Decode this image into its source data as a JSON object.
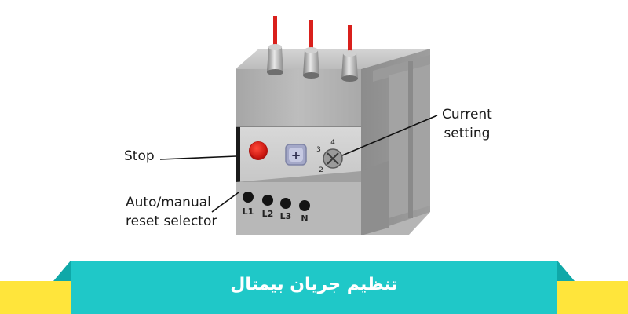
{
  "labels": {
    "stop": "Stop",
    "auto_manual_line1": "Auto/manual",
    "auto_manual_line2": "reset selector",
    "current_line1": "Current",
    "current_line2": "setting"
  },
  "device": {
    "dial_marks": [
      "2",
      "3",
      "4"
    ],
    "terminal_labels": [
      "L1",
      "L2",
      "L3",
      "N"
    ]
  },
  "banner": {
    "title": "تنظیم جریان بیمتال"
  },
  "colors": {
    "banner_teal": "#1fc8c8",
    "banner_yellow": "#ffe53b",
    "wire_red": "#d9201c",
    "stop_button_red": "#e0201c"
  }
}
